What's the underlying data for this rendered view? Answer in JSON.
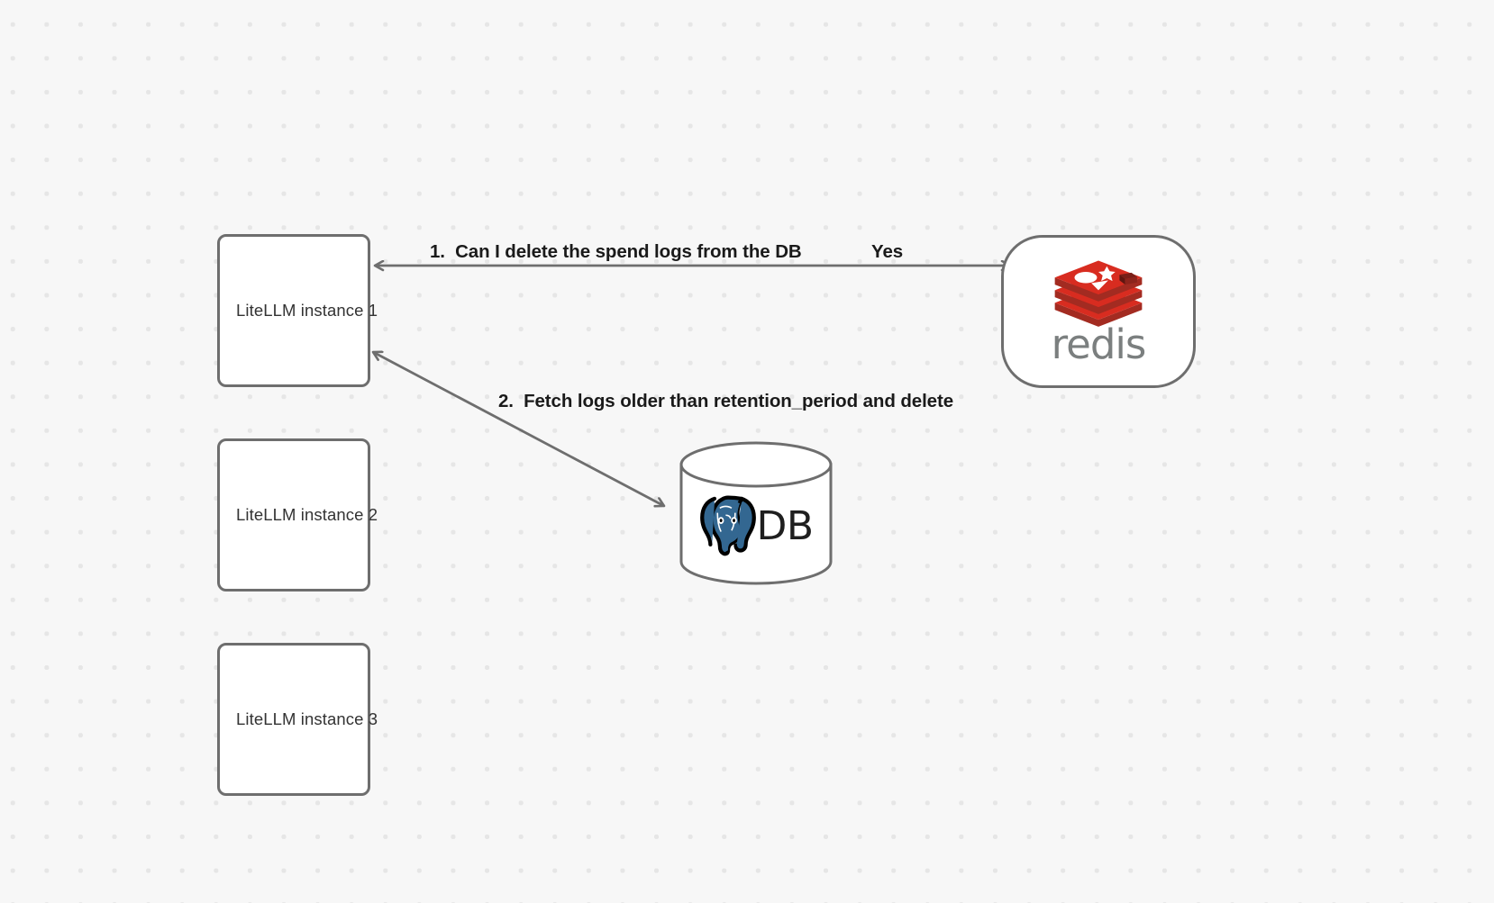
{
  "diagram": {
    "title": "LiteLLM spend log deletion flow",
    "background_color": "#f7f7f7",
    "grid": "dot-grid",
    "nodes": [
      {
        "id": "litellm-1",
        "label": "LiteLLM instance 1",
        "shape": "rounded-rect"
      },
      {
        "id": "litellm-2",
        "label": "LiteLLM instance 2",
        "shape": "rounded-rect"
      },
      {
        "id": "litellm-3",
        "label": "LiteLLM instance 3",
        "shape": "rounded-rect"
      },
      {
        "id": "redis",
        "label": "redis",
        "shape": "stadium",
        "logo": "redis-logo-icon",
        "brand_color": "#d82c20",
        "wordmark_color": "#7b7f7f"
      },
      {
        "id": "database",
        "label": "DB",
        "shape": "cylinder",
        "logo": "postgresql-elephant-icon",
        "brand_color": "#336791"
      }
    ],
    "edges": [
      {
        "id": "edge-1",
        "from": "litellm-1",
        "to": "redis",
        "label": "1.  Can I delete the spend logs from the DB",
        "answer_label": "Yes",
        "arrowheads": "both",
        "color": "#6e6e6e"
      },
      {
        "id": "edge-2",
        "from": "litellm-1",
        "to": "database",
        "label": "2.  Fetch logs older than retention_period and delete",
        "arrowheads": "both",
        "color": "#6e6e6e"
      }
    ]
  }
}
